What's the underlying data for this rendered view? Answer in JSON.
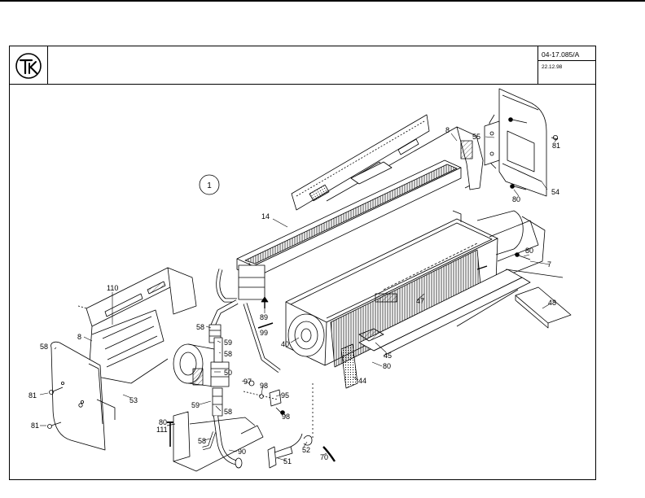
{
  "title_block": {
    "logo": "TK-logo",
    "drawing_number": "04-17.085/A",
    "date": "22.12.98"
  },
  "drawing": {
    "view_marker": "1",
    "part_labels": [
      {
        "id": "p8a",
        "text": "8"
      },
      {
        "id": "p55",
        "text": "55"
      },
      {
        "id": "p81a",
        "text": "81"
      },
      {
        "id": "p54",
        "text": "54"
      },
      {
        "id": "p80a",
        "text": "80"
      },
      {
        "id": "p14",
        "text": "14"
      },
      {
        "id": "p80b",
        "text": "80"
      },
      {
        "id": "p7",
        "text": "7"
      },
      {
        "id": "p110",
        "text": "110"
      },
      {
        "id": "p89",
        "text": "89"
      },
      {
        "id": "p47",
        "text": "47"
      },
      {
        "id": "p48",
        "text": "48"
      },
      {
        "id": "p99",
        "text": "99"
      },
      {
        "id": "p40",
        "text": "40"
      },
      {
        "id": "p58a",
        "text": "58"
      },
      {
        "id": "p8b",
        "text": "8"
      },
      {
        "id": "p59a",
        "text": "59"
      },
      {
        "id": "p58b",
        "text": "58"
      },
      {
        "id": "p45",
        "text": "45"
      },
      {
        "id": "p80c",
        "text": "80"
      },
      {
        "id": "p58c",
        "text": "58"
      },
      {
        "id": "p50",
        "text": "50"
      },
      {
        "id": "p97",
        "text": "97"
      },
      {
        "id": "p98a",
        "text": "98"
      },
      {
        "id": "p44",
        "text": "44"
      },
      {
        "id": "p95",
        "text": "95"
      },
      {
        "id": "p81b",
        "text": "81"
      },
      {
        "id": "p53",
        "text": "53"
      },
      {
        "id": "p59b",
        "text": "59"
      },
      {
        "id": "p58d",
        "text": "58"
      },
      {
        "id": "p98b",
        "text": "98"
      },
      {
        "id": "p80d",
        "text": "80"
      },
      {
        "id": "p111",
        "text": "111"
      },
      {
        "id": "p81c",
        "text": "81"
      },
      {
        "id": "p58e",
        "text": "58"
      },
      {
        "id": "p90",
        "text": "90"
      },
      {
        "id": "p52",
        "text": "52"
      },
      {
        "id": "p70",
        "text": "70"
      },
      {
        "id": "p51",
        "text": "51"
      }
    ]
  }
}
